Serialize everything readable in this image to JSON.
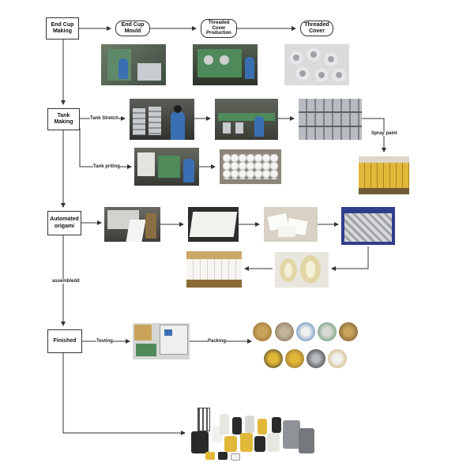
{
  "flow": {
    "end_cup_making": "End Cup Making",
    "end_cup_mould": "End Cup Mould",
    "threaded_cover_production": "Threaded Cover Production",
    "threaded_cover": "Threaded Cover",
    "tank_making": "Tank Making",
    "tank_stretch": "Tank Stretch",
    "tank_priting": "Tank priting",
    "spray_paint": "Spray paint",
    "automated_origami": "Automated origami",
    "assembled": "assembledd",
    "finished": "Finished",
    "testing": "Testing",
    "packing": "Packing"
  },
  "colors": {
    "machine_green": "#4f8a5a",
    "metal": "#b8bcc0",
    "kraft": "#c9a35a",
    "filter_yellow": "#e2b83a",
    "paper": "#f1f1ee",
    "dark": "#2a2a2a"
  }
}
